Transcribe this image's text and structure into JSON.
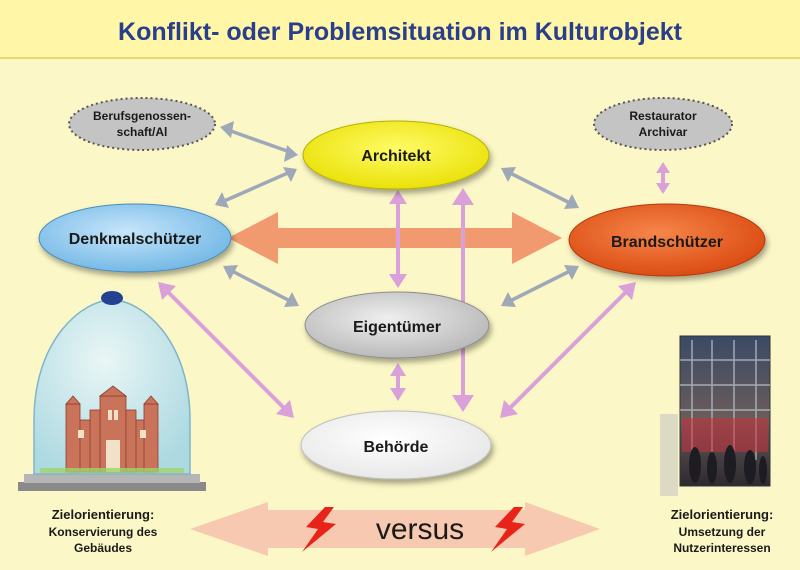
{
  "title": "Konflikt- oder Problemsituation im Kulturobjekt",
  "colors": {
    "background": "#fbf7c6",
    "title_bar": "#fff6a8",
    "title_text": "#2a3f8c",
    "architekt": "#f3f000",
    "denkmal": "#8ec9ef",
    "brand": "#e85a1c",
    "eigentuemer": "#c8c8c8",
    "behoerde": "#ffffff",
    "dashed": "#c4c4c4",
    "arrow_gray": "#9fa8b8",
    "arrow_violet": "#d9a0da",
    "arrow_orange": "#f19a70",
    "versus_band": "#f7c9b0"
  },
  "nodes": {
    "architekt": "Architekt",
    "denkmal": "Denkmalschützer",
    "brand": "Brandschützer",
    "eigentuemer": "Eigentümer",
    "behoerde": "Behörde",
    "berufs_line1": "Berufsgenossen-",
    "berufs_line2": "schaft/Al",
    "restaurator_line1": "Restaurator",
    "restaurator_line2": "Archivar"
  },
  "left_goal": {
    "line1": "Zielorientierung:",
    "line2": "Konservierung des",
    "line3": "Gebäudes"
  },
  "right_goal": {
    "line1": "Zielorientierung:",
    "line2": "Umsetzung der",
    "line3": "Nutzerinteressen"
  },
  "versus": "versus"
}
